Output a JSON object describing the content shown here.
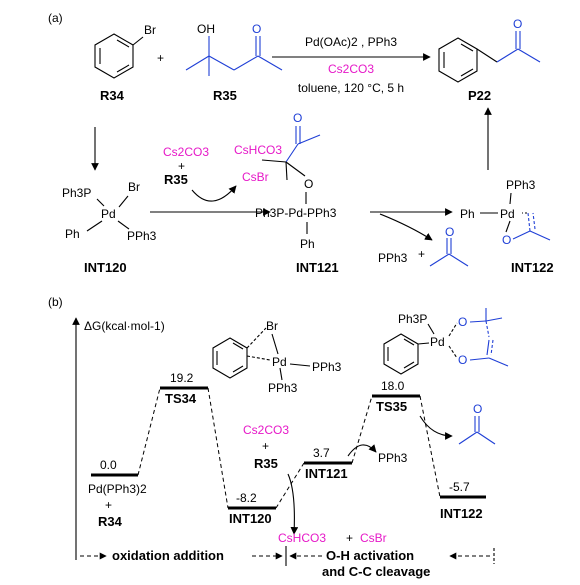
{
  "panel_a": {
    "label": "(a)",
    "r34": {
      "atom": "Br",
      "name": "R34"
    },
    "plus": "+",
    "r35": {
      "oh": "OH",
      "o": "O",
      "name": "R35"
    },
    "conditions": {
      "catalyst": "Pd(OAc)2 , PPh3",
      "base": "Cs2CO3",
      "solvent": "toluene, 120 °C, 5 h"
    },
    "p22": {
      "o": "O",
      "name": "P22"
    },
    "int120": {
      "name": "INT120",
      "ph3p": "Ph3P",
      "pd": "Pd",
      "br": "Br",
      "ph": "Ph",
      "pph3": "PPh3"
    },
    "step1": {
      "cs2co3": "Cs2CO3",
      "plus": "+",
      "r35": "R35",
      "cshco3": "CsHCO3",
      "csbr": "CsBr"
    },
    "int121": {
      "name": "INT121",
      "chain": "Ph3P-Pd-PPh3",
      "ph": "Ph",
      "o": "O",
      "o_top": "O"
    },
    "step2": {
      "pph3": "PPh3",
      "plus": "+",
      "o": "O"
    },
    "int122": {
      "name": "INT122",
      "ph": "Ph",
      "pd": "Pd",
      "pph3": "PPh3",
      "o": "O"
    }
  },
  "panel_b": {
    "label": "(b)",
    "ylabel": "ΔG(kcal·mol-1)",
    "levels": [
      {
        "id": "start",
        "value": "0.0",
        "species": [
          "Pd(PPh3)2",
          "+",
          "R34"
        ]
      },
      {
        "id": "TS34",
        "value": "19.2",
        "name": "TS34"
      },
      {
        "id": "INT120",
        "value": "-8.2",
        "name": "INT120"
      },
      {
        "id": "INT121",
        "value": "3.7",
        "name": "INT121"
      },
      {
        "id": "TS35",
        "value": "18.0",
        "name": "TS35"
      },
      {
        "id": "INT122",
        "value": "-5.7",
        "name": "INT122"
      }
    ],
    "reagents": {
      "cs2co3": "Cs2CO3",
      "plus": "+",
      "r35": "R35",
      "pph3": "PPh3",
      "cshco3": "CsHCO3",
      "plus2": "+",
      "csbr": "CsBr"
    },
    "ts34_struct": {
      "br": "Br",
      "pd": "Pd",
      "pph3a": "PPh3",
      "pph3b": "PPh3"
    },
    "ts35_struct": {
      "ph3p": "Ph3P",
      "pd": "Pd",
      "o1": "O",
      "o2": "O"
    },
    "stage1": "oxidation addition",
    "stage2_line1": "O-H activation",
    "stage2_line2": "and C-C cleavage"
  }
}
